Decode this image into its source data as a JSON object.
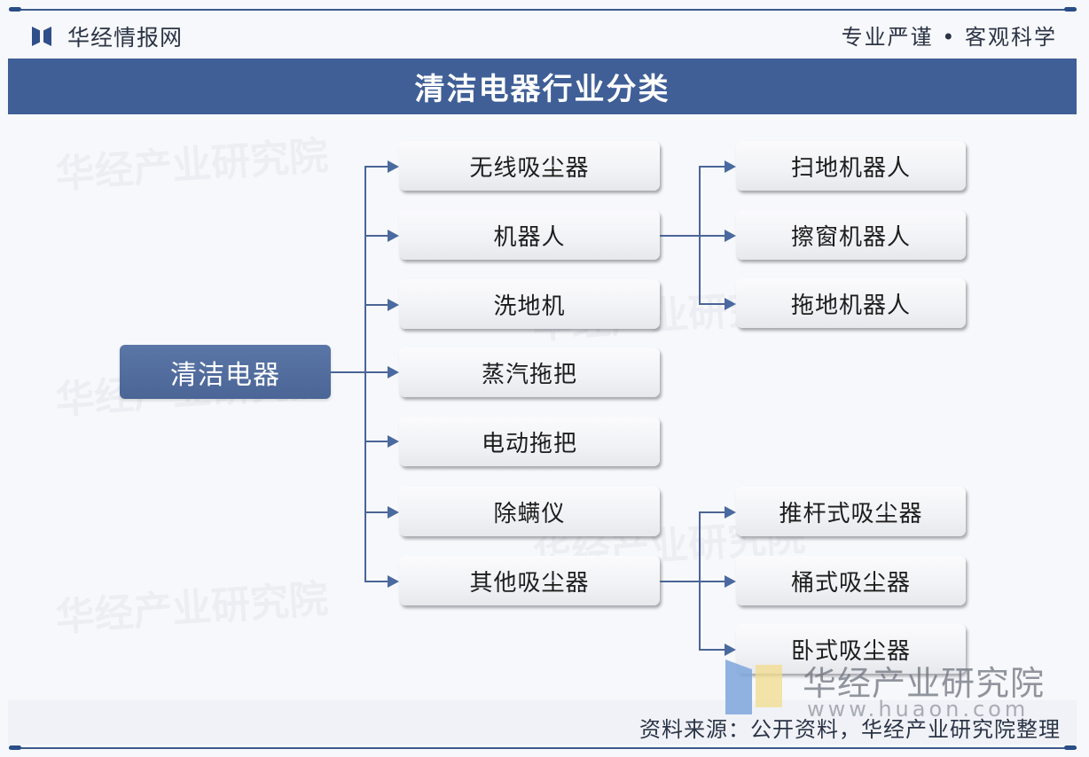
{
  "header": {
    "brand_name": "华经情报网",
    "slogan": "专业严谨 • 客观科学",
    "title": "清洁电器行业分类"
  },
  "diagram": {
    "root": {
      "label": "清洁电器"
    },
    "children": [
      {
        "label": "无线吸尘器",
        "children": []
      },
      {
        "label": "机器人",
        "children": [
          {
            "label": "扫地机器人"
          },
          {
            "label": "擦窗机器人"
          },
          {
            "label": "拖地机器人"
          }
        ]
      },
      {
        "label": "洗地机",
        "children": []
      },
      {
        "label": "蒸汽拖把",
        "children": []
      },
      {
        "label": "电动拖把",
        "children": []
      },
      {
        "label": "除螨仪",
        "children": []
      },
      {
        "label": "其他吸尘器",
        "children": [
          {
            "label": "推杆式吸尘器"
          },
          {
            "label": "桶式吸尘器"
          },
          {
            "label": "卧式吸尘器"
          }
        ]
      }
    ]
  },
  "watermark": {
    "text": "华经产业研究院",
    "url": "www.huaon.com"
  },
  "footer": {
    "source": "资料来源：公开资料，华经产业研究院整理"
  },
  "colors": {
    "title_bar": "#3f5f96",
    "root_box": "#4f6b9c",
    "connector": "#4a6596",
    "node_bg": "#f1f2f5"
  }
}
